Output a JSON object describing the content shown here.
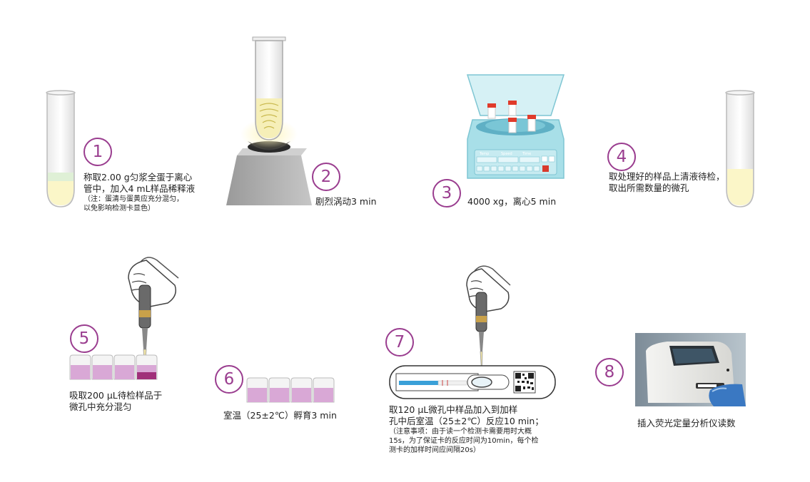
{
  "steps": [
    {
      "num": "1",
      "text": "称取2.00 g匀浆全蛋于离心",
      "text2": "管中，加入4 mL样品稀释液",
      "note1": "（注：蛋清与蛋黄应充分混匀，",
      "note2": "以免影响检测卡显色）"
    },
    {
      "num": "2",
      "text": "剧烈涡动3 min"
    },
    {
      "num": "3",
      "text": "4000 xg，离心5 min"
    },
    {
      "num": "4",
      "text": "取处理好的样品上清液待检，",
      "text2": "取出所需数量的微孔"
    },
    {
      "num": "5",
      "text": "吸取200 μL待检样品于",
      "text2": "微孔中充分混匀"
    },
    {
      "num": "6",
      "text": "室温（25±2℃）孵育3 min"
    },
    {
      "num": "7",
      "text": "取120 μL微孔中样品加入到加样",
      "text2": "孔中后室温（25±2℃）反应10 min；",
      "note1": "（注意事项：由于读一个检测卡需要用时大概",
      "note2": "15s，为了保证卡的反应时间为10min，每个检",
      "note3": "测卡的加样时间应间隔20s）"
    },
    {
      "num": "8",
      "text": "插入荧光定量分析仪读数"
    }
  ],
  "centrifuge": {
    "label_temp": "Temp",
    "label_speed": "Speed",
    "label_time": "Time"
  },
  "colors": {
    "accent": "#9a3d8f",
    "well": "#d9a8d6",
    "well_dark": "#a0307a",
    "tube_liquid": "#fbf6c8",
    "centrifuge": "#a8dfe8"
  }
}
